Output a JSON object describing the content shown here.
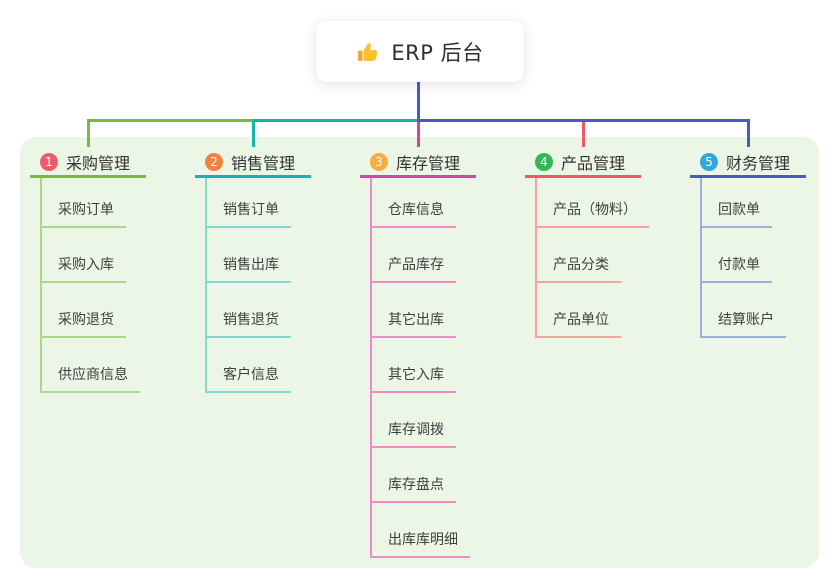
{
  "root": {
    "title": "ERP 后台",
    "icon": "thumbs-up-icon"
  },
  "colors": {
    "canvas_bg": "#ffffff",
    "panel_bg": "#ebf6e6",
    "root_connector": "#4a5ac4",
    "title_text": "#2f2f2f",
    "node_text": "#404040"
  },
  "branches": [
    {
      "badge": "1",
      "label": "采购管理",
      "badge_color": "#ef5b6e",
      "line_color": "#7ab843",
      "child_line_color": "#abd78d",
      "children": [
        "采购订单",
        "采购入库",
        "采购退货",
        "供应商信息"
      ]
    },
    {
      "badge": "2",
      "label": "销售管理",
      "badge_color": "#f5813f",
      "line_color": "#17b3ab",
      "child_line_color": "#84d8cf",
      "children": [
        "销售订单",
        "销售出库",
        "销售退货",
        "客户信息"
      ]
    },
    {
      "badge": "3",
      "label": "库存管理",
      "badge_color": "#f9ad3d",
      "line_color": "#d6459c",
      "child_line_color": "#ef8ac4",
      "children": [
        "仓库信息",
        "产品库存",
        "其它出库",
        "其它入库",
        "库存调拨",
        "库存盘点",
        "出库库明细"
      ]
    },
    {
      "badge": "4",
      "label": "产品管理",
      "badge_color": "#35b558",
      "line_color": "#f25864",
      "child_line_color": "#f9a0a2",
      "children": [
        "产品（物料）",
        "产品分类",
        "产品单位"
      ]
    },
    {
      "badge": "5",
      "label": "财务管理",
      "badge_color": "#2fa8dc",
      "line_color": "#4a5ac4",
      "child_line_color": "#9dadde",
      "children": [
        "回款单",
        "付款单",
        "结算账户"
      ]
    }
  ]
}
